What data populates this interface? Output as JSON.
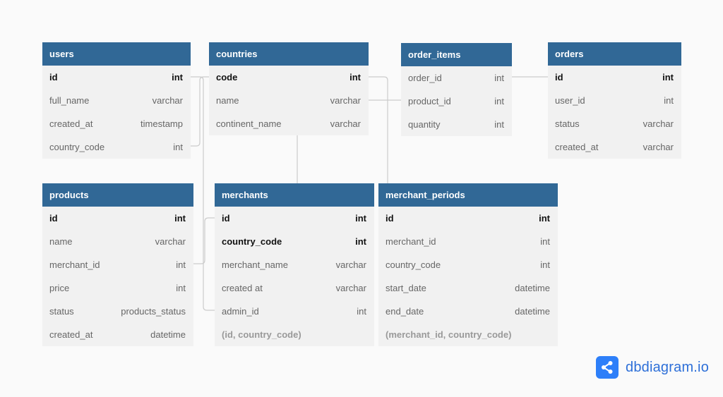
{
  "brand": {
    "name": "dbdiagram.io",
    "icon": "share-nodes-icon"
  },
  "colors": {
    "header": "#316896",
    "body": "#f1f1f1",
    "link": "#cccccc",
    "brand": "#2d7ff9"
  },
  "tables": [
    {
      "name": "users",
      "fields": [
        {
          "name": "id",
          "type": "int",
          "pk": true
        },
        {
          "name": "full_name",
          "type": "varchar"
        },
        {
          "name": "created_at",
          "type": "timestamp"
        },
        {
          "name": "country_code",
          "type": "int"
        }
      ]
    },
    {
      "name": "countries",
      "fields": [
        {
          "name": "code",
          "type": "int",
          "pk": true
        },
        {
          "name": "name",
          "type": "varchar"
        },
        {
          "name": "continent_name",
          "type": "varchar"
        }
      ]
    },
    {
      "name": "order_items",
      "fields": [
        {
          "name": "order_id",
          "type": "int"
        },
        {
          "name": "product_id",
          "type": "int"
        },
        {
          "name": "quantity",
          "type": "int"
        }
      ]
    },
    {
      "name": "orders",
      "fields": [
        {
          "name": "id",
          "type": "int",
          "pk": true
        },
        {
          "name": "user_id",
          "type": "int"
        },
        {
          "name": "status",
          "type": "varchar"
        },
        {
          "name": "created_at",
          "type": "varchar"
        }
      ]
    },
    {
      "name": "products",
      "fields": [
        {
          "name": "id",
          "type": "int",
          "pk": true
        },
        {
          "name": "name",
          "type": "varchar"
        },
        {
          "name": "merchant_id",
          "type": "int"
        },
        {
          "name": "price",
          "type": "int"
        },
        {
          "name": "status",
          "type": "products_status"
        },
        {
          "name": "created_at",
          "type": "datetime"
        }
      ]
    },
    {
      "name": "merchants",
      "fields": [
        {
          "name": "id",
          "type": "int",
          "pk": true
        },
        {
          "name": "country_code",
          "type": "int",
          "pk": true
        },
        {
          "name": "merchant_name",
          "type": "varchar"
        },
        {
          "name": "created at",
          "type": "varchar"
        },
        {
          "name": "admin_id",
          "type": "int"
        },
        {
          "name": "(id, country_code)",
          "type": "",
          "index": true
        }
      ]
    },
    {
      "name": "merchant_periods",
      "fields": [
        {
          "name": "id",
          "type": "int",
          "pk": true
        },
        {
          "name": "merchant_id",
          "type": "int"
        },
        {
          "name": "country_code",
          "type": "int"
        },
        {
          "name": "start_date",
          "type": "datetime"
        },
        {
          "name": "end_date",
          "type": "datetime"
        },
        {
          "name": "(merchant_id, country_code)",
          "type": "",
          "index": true
        }
      ]
    }
  ]
}
